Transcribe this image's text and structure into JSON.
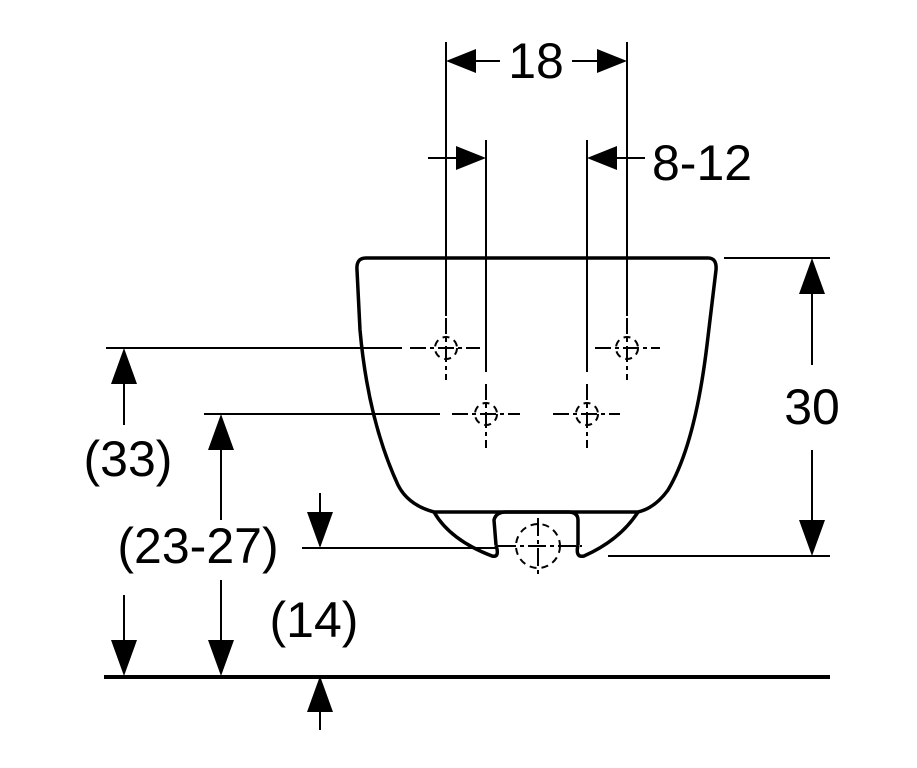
{
  "diagram": {
    "dimensions": {
      "tap_spacing": "18",
      "tap_offset": "8-12",
      "bowl_height": "30",
      "upper_tap_height": "(33)",
      "lower_tap_height": "(23-27)",
      "drain_height": "(14)"
    },
    "colors": {
      "line": "#000000",
      "background": "#ffffff"
    }
  }
}
